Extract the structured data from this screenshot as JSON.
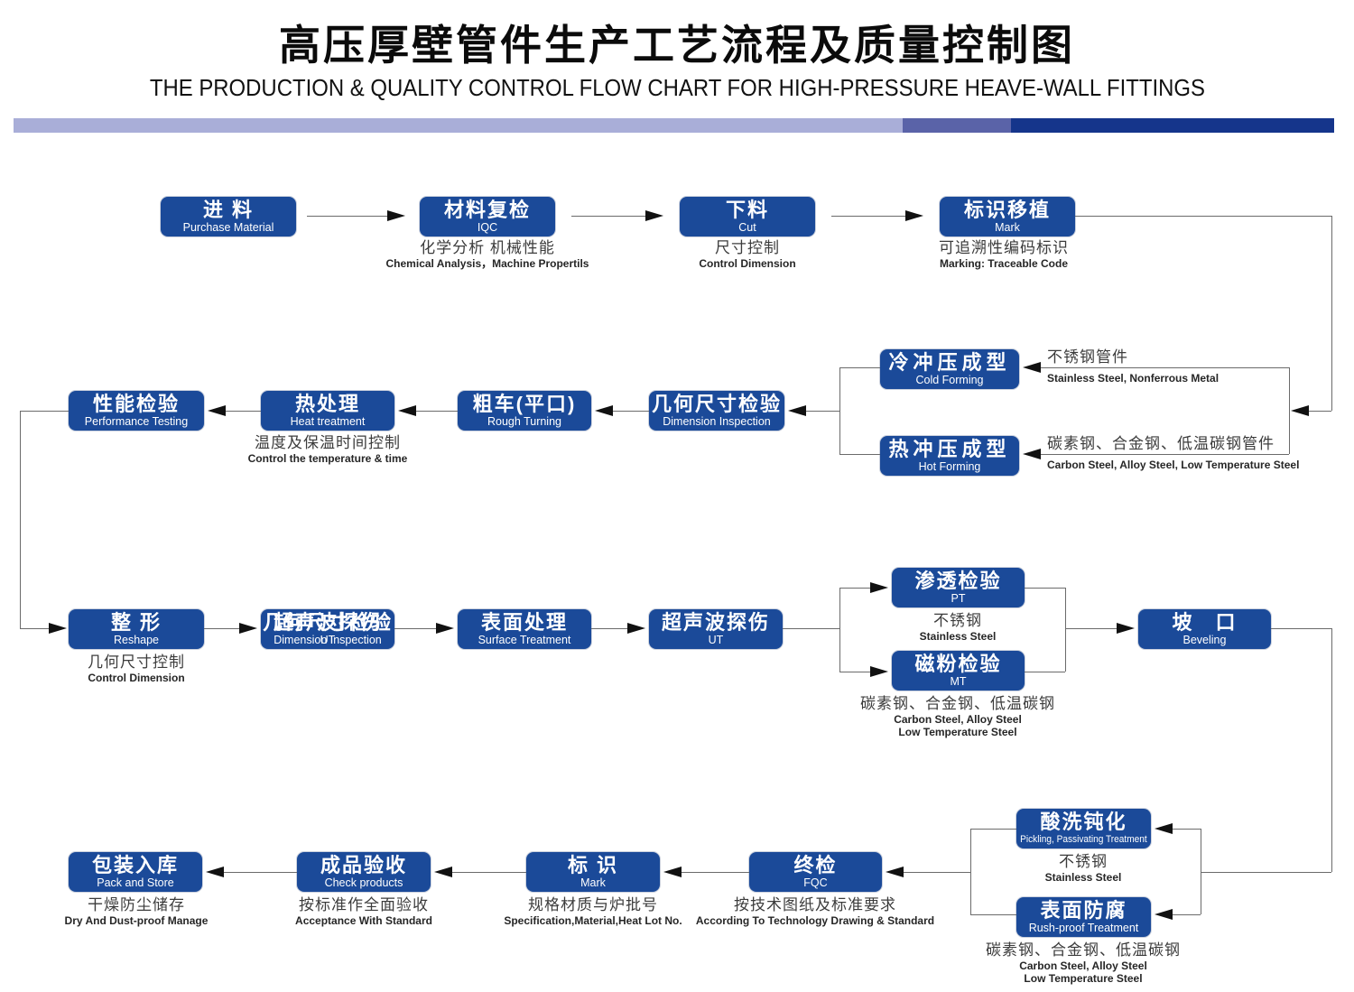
{
  "title": {
    "zh": "高压厚壁管件生产工艺流程及质量控制图",
    "en": "THE PRODUCTION & QUALITY CONTROL FLOW CHART FOR HIGH-PRESSURE HEAVE-WALL  FITTINGS"
  },
  "colors": {
    "box_blue": "#1b4a99",
    "bar_light": "#a9aed8",
    "bar_mid": "#5a63a8",
    "bar_dark": "#15358b",
    "line": "#6b6b6b",
    "arrow": "#111111"
  },
  "nodes": {
    "purchase": {
      "zh": "进 料",
      "en": "Purchase Material"
    },
    "iqc": {
      "zh": "材料复检",
      "en": "IQC"
    },
    "cut": {
      "zh": "下料",
      "en": "Cut"
    },
    "mark_transfer": {
      "zh": "标识移植",
      "en": "Mark"
    },
    "cold": {
      "zh": "冷冲压成型",
      "en": "Cold Forming"
    },
    "hot": {
      "zh": "热冲压成型",
      "en": "Hot Forming"
    },
    "dim_inspection": {
      "zh": "几何尺寸检验",
      "en": "Dimension Inspection"
    },
    "rough": {
      "zh": "粗车(平口)",
      "en": "Rough Turning"
    },
    "heat": {
      "zh": "热处理",
      "en": "Heat treatment"
    },
    "performance": {
      "zh": "性能检验",
      "en": "Performance Testing"
    },
    "reshape": {
      "zh": "整 形",
      "en": "Reshape"
    },
    "overlap": {
      "zh1": "几何尺寸检验",
      "zh2": "超声波探伤",
      "en1": "Dimension Inspection",
      "en2": "UT"
    },
    "surface": {
      "zh": "表面处理",
      "en": "Surface Treatment"
    },
    "ut": {
      "zh": "超声波探伤",
      "en": "UT"
    },
    "pt": {
      "zh": "渗透检验",
      "en": "PT"
    },
    "mt": {
      "zh": "磁粉检验",
      "en": "MT"
    },
    "beveling": {
      "zh": "坡　口",
      "en": "Beveling"
    },
    "pickling": {
      "zh": "酸洗钝化",
      "en": "Pickling, Passivating  Treatment"
    },
    "rust": {
      "zh": "表面防腐",
      "en": "Rush-proof Treatment"
    },
    "fqc": {
      "zh": "终检",
      "en": "FQC"
    },
    "mark_final": {
      "zh": "标 识",
      "en": "Mark"
    },
    "check": {
      "zh": "成品验收",
      "en": "Check products"
    },
    "pack": {
      "zh": "包装入库",
      "en": "Pack and Store"
    }
  },
  "notes": {
    "iqc": {
      "zh": "化学分析 机械性能",
      "en": "Chemical  Analysis，Machine Propertils"
    },
    "cut": {
      "zh": "尺寸控制",
      "en": "Control Dimension"
    },
    "mark_transfer": {
      "zh": "可追溯性编码标识",
      "en": "Marking: Traceable  Code"
    },
    "cold": {
      "zh": "不锈钢管件",
      "en": "Stainless Steel, Nonferrous Metal"
    },
    "hot": {
      "zh": "碳素钢、合金钢、低温碳钢管件",
      "en": "Carbon Steel, Alloy Steel, Low Temperature Steel"
    },
    "heat": {
      "zh": "温度及保温时间控制",
      "en": "Control the  temperature  &  time"
    },
    "reshape": {
      "zh": "几何尺寸控制",
      "en": "Control Dimension"
    },
    "pt": {
      "zh": "不锈钢",
      "en": "Stainless Steel"
    },
    "mt": {
      "zh": "碳素钢、合金钢、低温碳钢",
      "en1": "Carbon Steel, Alloy Steel",
      "en2": "Low Temperature Steel"
    },
    "pickling": {
      "zh": "不锈钢",
      "en": "Stainless Steel"
    },
    "rust": {
      "zh": "碳素钢、合金钢、低温碳钢",
      "en1": "Carbon Steel, Alloy Steel",
      "en2": "Low Temperature Steel"
    },
    "fqc": {
      "zh": "按技术图纸及标准要求",
      "en": "According To Technology Drawing & Standard"
    },
    "mark_final": {
      "zh": "规格材质与炉批号",
      "en": "Specification,Material,Heat Lot No."
    },
    "check": {
      "zh": "按标准作全面验收",
      "en": "Acceptance  With  Standard"
    },
    "pack": {
      "zh": "干燥防尘储存",
      "en": "Dry  And Dust-proof  Manage"
    }
  }
}
